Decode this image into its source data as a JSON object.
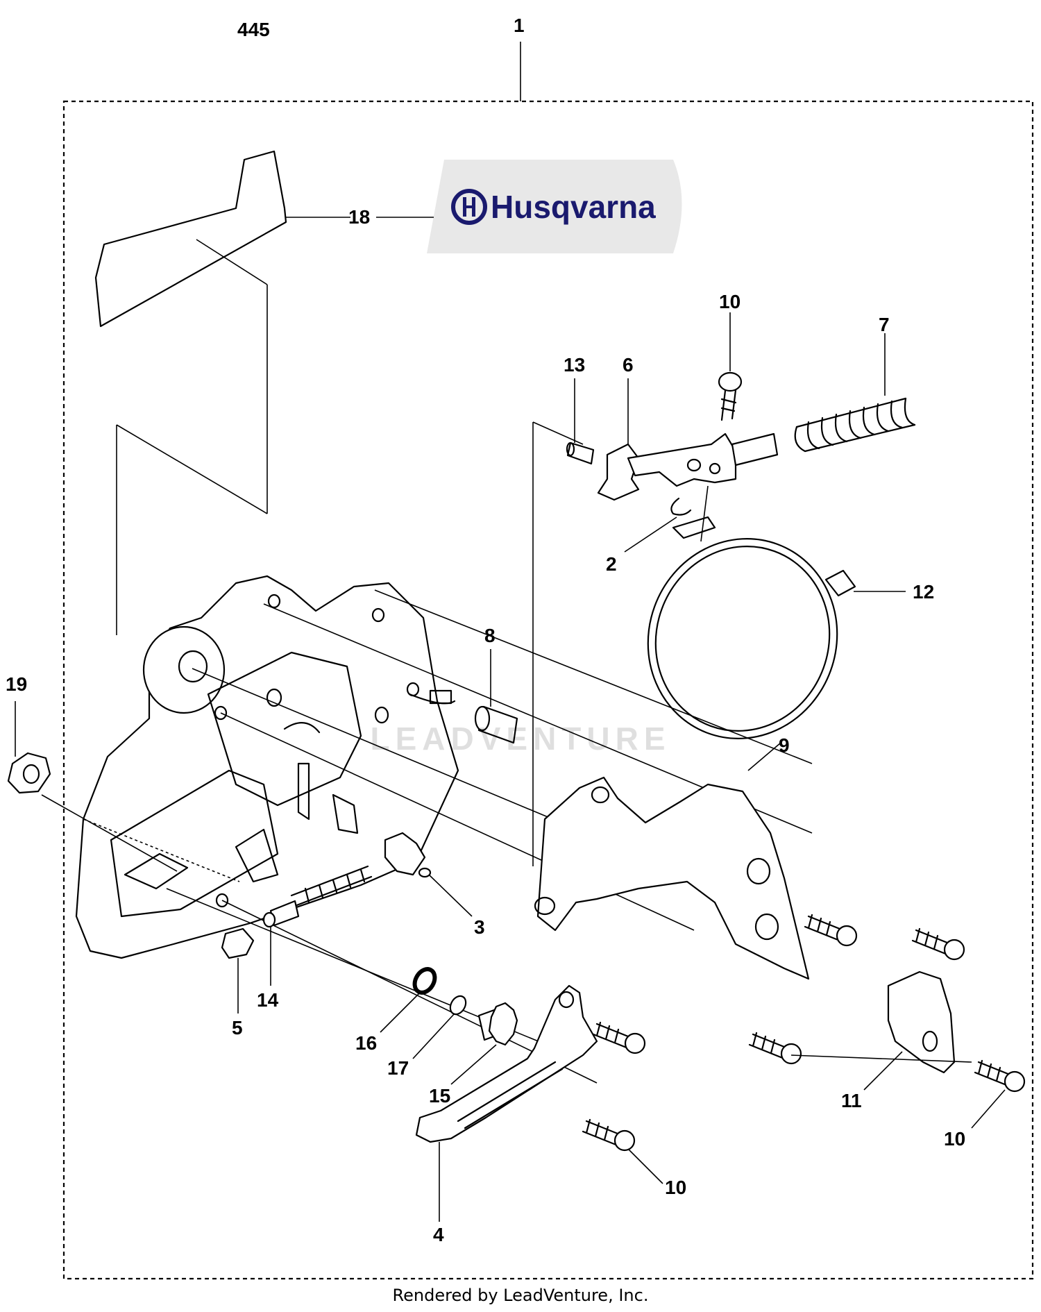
{
  "model_number": "445",
  "brand_name": "Husqvarna",
  "brand_color": "#1a1a6e",
  "decal_color": "#e8e8e8",
  "footer": "Rendered by LeadVenture, Inc.",
  "callouts": [
    "1",
    "2",
    "3",
    "4",
    "5",
    "6",
    "7",
    "8",
    "9",
    "10",
    "11",
    "12",
    "13",
    "14",
    "15",
    "16",
    "17",
    "18",
    "19"
  ]
}
